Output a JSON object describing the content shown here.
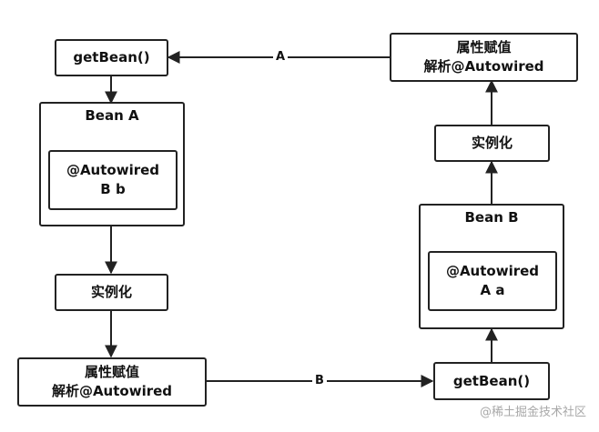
{
  "colors": {
    "stroke": "#222222",
    "text": "#111111",
    "background": "#ffffff",
    "watermark": "#a8a8a8"
  },
  "nodes": {
    "get_bean_top": "getBean()",
    "bean_a": {
      "title": "Bean A",
      "field_annotation": "@Autowired",
      "field_decl": "B b"
    },
    "instantiate_left": "实例化",
    "populate_left": {
      "line1": "属性赋值",
      "line2": "解析@Autowired"
    },
    "get_bean_bottom": "getBean()",
    "bean_b": {
      "title": "Bean B",
      "field_annotation": "@Autowired",
      "field_decl": "A a"
    },
    "instantiate_right": "实例化",
    "populate_right": {
      "line1": "属性赋值",
      "line2": "解析@Autowired"
    }
  },
  "edges": {
    "label_a": "A",
    "label_b": "B"
  },
  "watermark": "@稀土掘金技术社区"
}
